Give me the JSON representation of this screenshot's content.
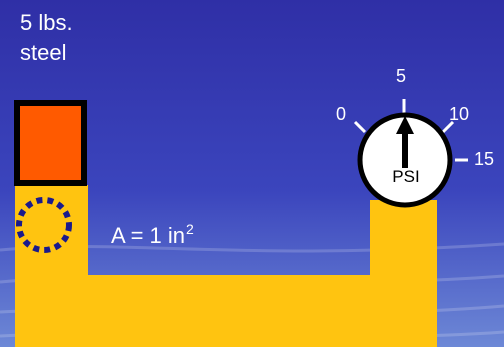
{
  "weight": {
    "line1": "5 lbs.",
    "line2": "steel"
  },
  "area": {
    "text": "A = 1 in",
    "exponent": "2"
  },
  "gauge": {
    "unit": "PSI",
    "tick_labels": [
      "0",
      "5",
      "10",
      "15"
    ]
  },
  "colors": {
    "background": "#3b40b8",
    "fluid": "#ffc410",
    "steel_block": "#ff5a00",
    "outline": "#000000",
    "piston_dashed": "#1a1a8c",
    "gauge_face": "#ffffff",
    "text": "#ffffff"
  }
}
